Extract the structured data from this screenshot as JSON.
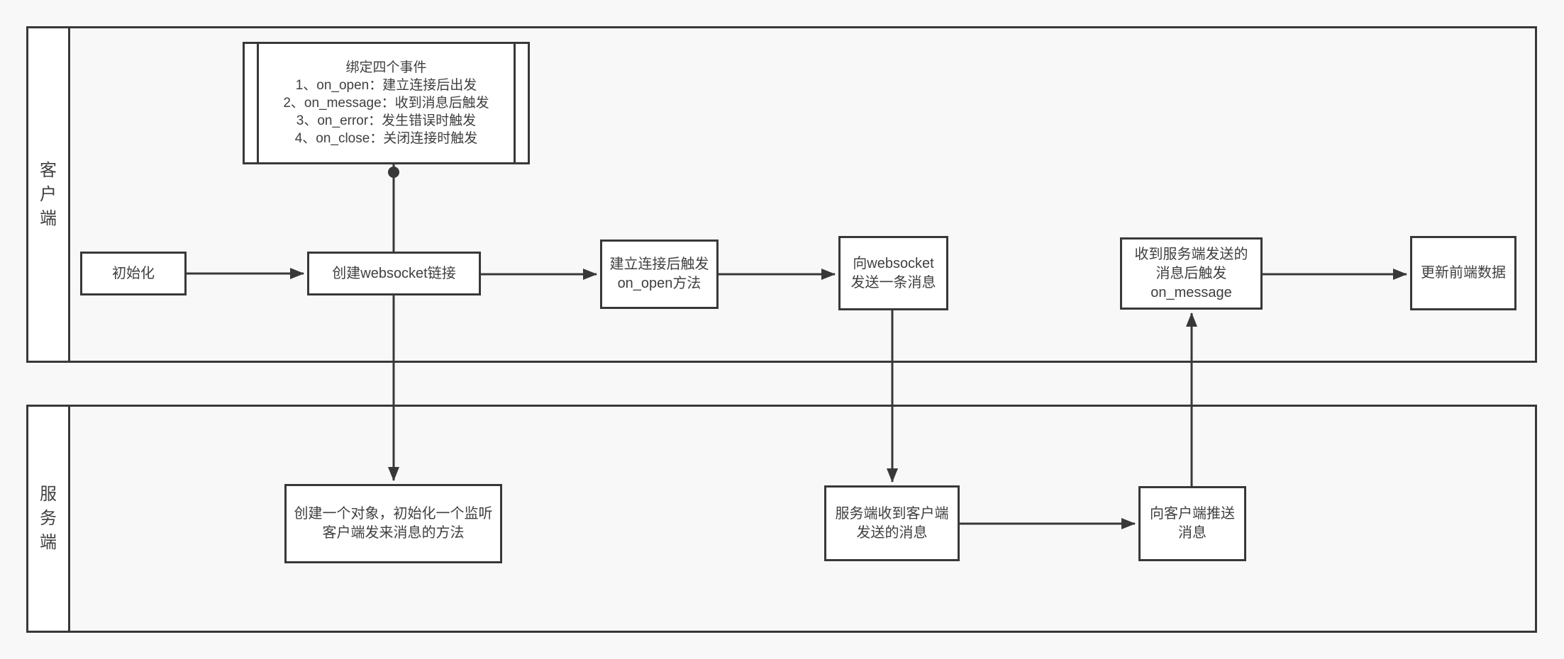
{
  "page": {
    "background_color": "#f8f8f8",
    "stroke_color": "#383838",
    "shape_fill_color": "#ffffff",
    "text_color": "#3f3f3f"
  },
  "lanes": [
    {
      "label": "客户端",
      "label_vertical": "客\n户\n端"
    },
    {
      "label": "服务端",
      "label_vertical": "服\n务\n端"
    }
  ],
  "note": {
    "title": "绑定四个事件",
    "items": [
      "1、on_open：建立连接后出发",
      "2、on_message：收到消息后触发",
      "3、on_error：发生错误时触发",
      "4、on_close：关闭连接时触发"
    ]
  },
  "nodes": {
    "init": {
      "label": "初始化"
    },
    "create_ws": {
      "label": "创建websocket链接"
    },
    "on_open": {
      "label": "建立连接后触发\non_open方法"
    },
    "send_msg": {
      "label": "向websocket\n发送一条消息"
    },
    "on_message": {
      "label": "收到服务端发送的\n消息后触发\non_message"
    },
    "update": {
      "label": "更新前端数据"
    },
    "srv_create": {
      "label": "创建一个对象，初始化一个监听\n客户端发来消息的方法"
    },
    "srv_recv": {
      "label": "服务端收到客户端\n发送的消息"
    },
    "srv_push": {
      "label": "向客户端推送\n消息"
    }
  }
}
